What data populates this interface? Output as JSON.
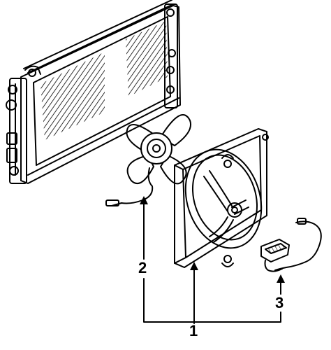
{
  "diagram": {
    "callouts": [
      {
        "id": "1",
        "label": "1"
      },
      {
        "id": "2",
        "label": "2"
      },
      {
        "id": "3",
        "label": "3"
      }
    ],
    "parts": [
      {
        "name": "radiator",
        "callout": ""
      },
      {
        "name": "cooling-fan-blade",
        "callout": "2"
      },
      {
        "name": "fan-shroud",
        "callout": "1"
      },
      {
        "name": "fan-motor-relay",
        "callout": "3"
      }
    ],
    "colors": {
      "ink": "#000000",
      "paper": "#ffffff"
    }
  }
}
